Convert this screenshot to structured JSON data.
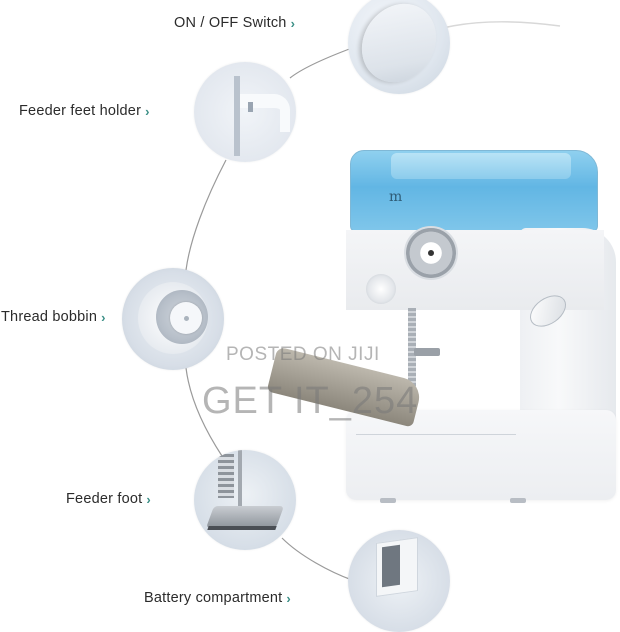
{
  "features": [
    {
      "id": "switch",
      "label": "ON / OFF Switch",
      "icon": "chevron-right-icon"
    },
    {
      "id": "holder",
      "label": "Feeder feet holder",
      "icon": "chevron-right-icon"
    },
    {
      "id": "bobbin",
      "label": "Thread bobbin",
      "icon": "chevron-right-icon"
    },
    {
      "id": "foot",
      "label": "Feeder foot",
      "icon": "chevron-right-icon"
    },
    {
      "id": "battery",
      "label": "Battery compartment",
      "icon": "chevron-right-icon"
    }
  ],
  "chevron_glyph": "›",
  "machine": {
    "blue_panel_mark": "m"
  },
  "watermark": {
    "line1": "POSTED ON JIJI",
    "line2": "GET IT_254"
  },
  "colors": {
    "accent_chevron": "#3b8f86",
    "blue_panel": "#62b6e4",
    "text": "#2b2b2b",
    "arc": "#9a9a9a"
  }
}
